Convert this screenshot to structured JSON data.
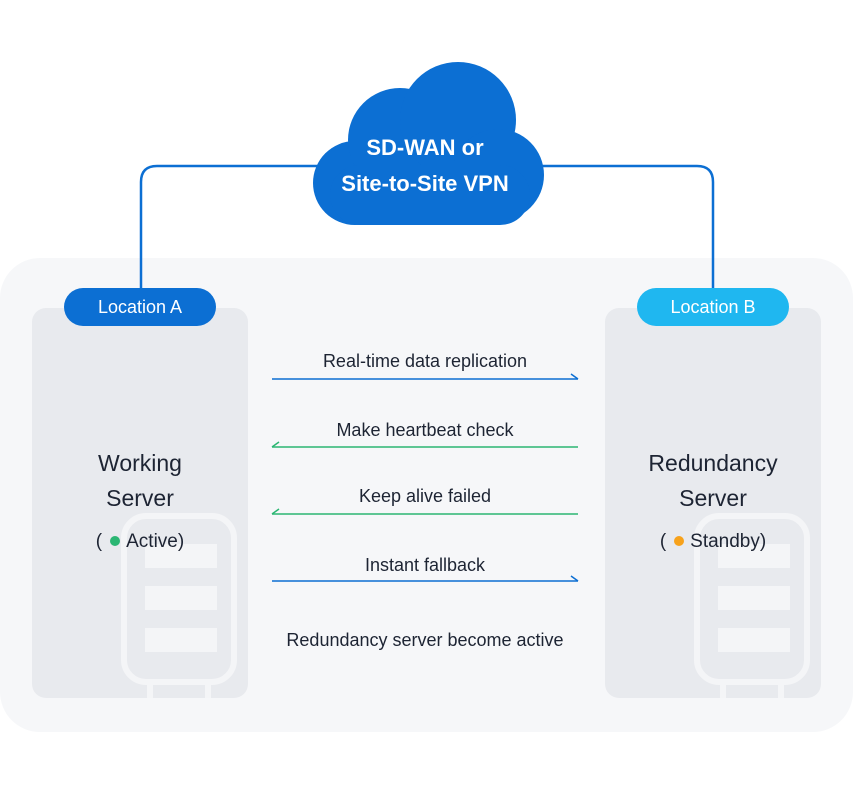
{
  "cloud": {
    "line1": "SD-WAN or",
    "line2": "Site-to-Site VPN"
  },
  "location_a": {
    "label": "Location A",
    "server_line1": "Working",
    "server_line2": "Server",
    "status_open": "(",
    "status_text": "Active)",
    "status_color": "#2bb673"
  },
  "location_b": {
    "label": "Location B",
    "server_line1": "Redundancy",
    "server_line2": "Server",
    "status_open": "(",
    "status_text": "Standby)",
    "status_color": "#f7a21b"
  },
  "messages": [
    {
      "text": "Real-time data replication",
      "direction": "right",
      "color": "#0c6fd3"
    },
    {
      "text": "Make heartbeat check",
      "direction": "left",
      "color": "#2bb673"
    },
    {
      "text": "Keep alive failed",
      "direction": "left",
      "color": "#2bb673"
    },
    {
      "text": "Instant fallback",
      "direction": "right",
      "color": "#0c6fd3"
    }
  ],
  "final_note": "Redundancy server become active",
  "colors": {
    "primary_blue": "#0c6fd3",
    "light_blue": "#1fb7f0",
    "green": "#2bb673",
    "orange": "#f7a21b"
  }
}
